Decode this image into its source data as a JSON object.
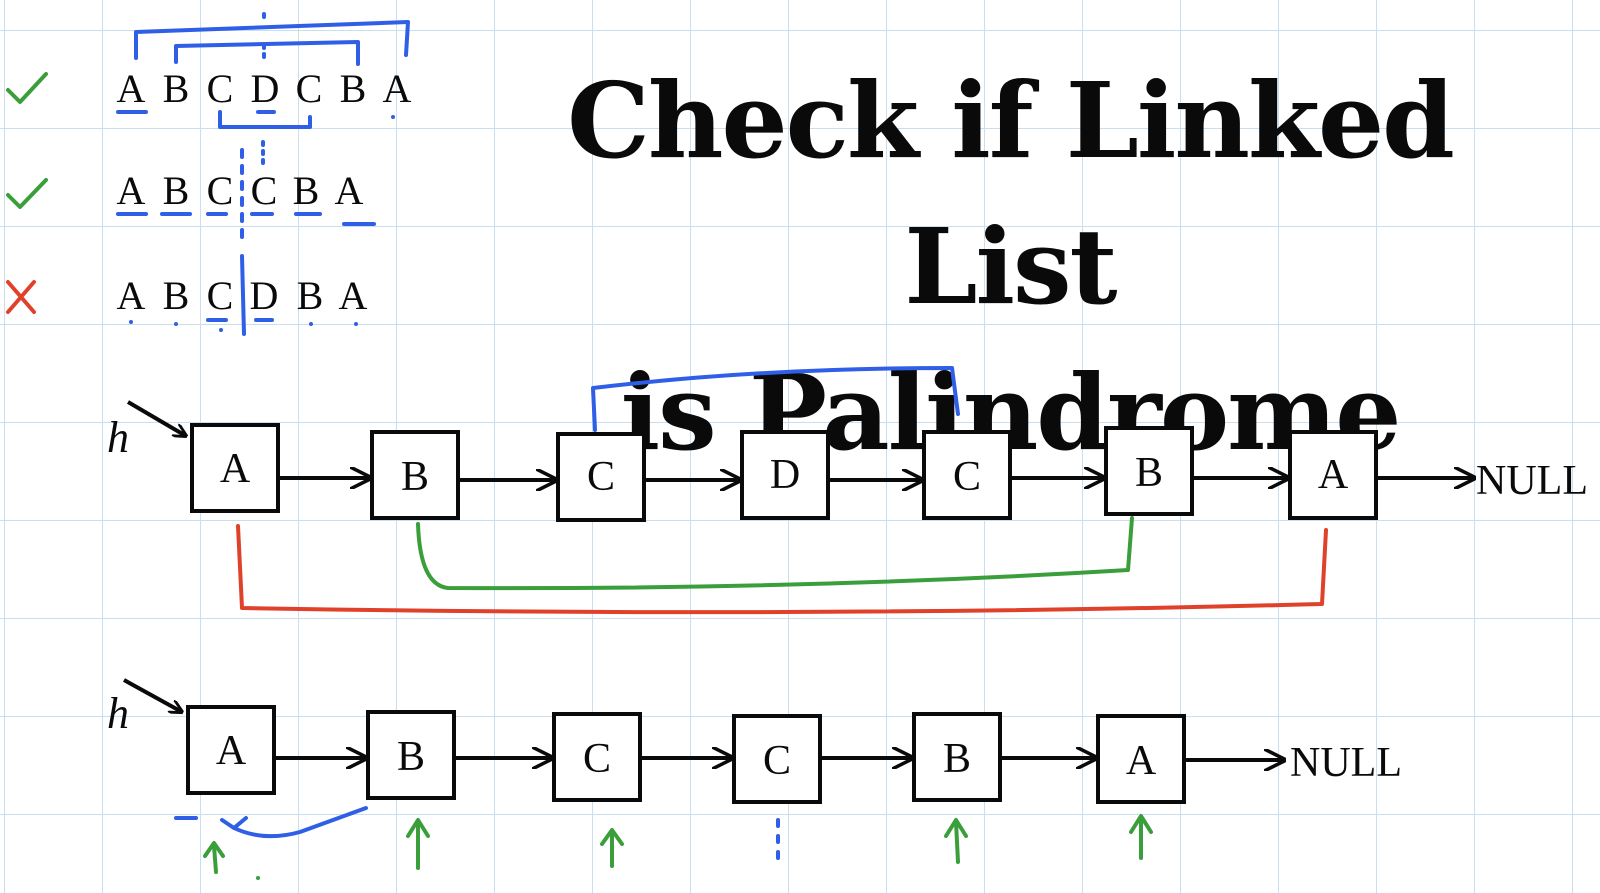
{
  "title": {
    "line1": "Check if Linked List",
    "line2": "is Palindrome"
  },
  "examples": [
    {
      "mark": "check",
      "letters": [
        "A",
        "B",
        "C",
        "D",
        "C",
        "B",
        "A"
      ]
    },
    {
      "mark": "check",
      "letters": [
        "A",
        "B",
        "C",
        "C",
        "B",
        "A"
      ]
    },
    {
      "mark": "cross",
      "letters": [
        "A",
        "B",
        "C",
        "D",
        "B",
        "A"
      ]
    }
  ],
  "list1": {
    "head_label": "h",
    "nodes": [
      "A",
      "B",
      "C",
      "D",
      "C",
      "B",
      "A"
    ],
    "terminator": "NULL"
  },
  "list2": {
    "head_label": "h",
    "nodes": [
      "A",
      "B",
      "C",
      "C",
      "B",
      "A"
    ],
    "terminator": "NULL"
  },
  "colors": {
    "ink": "#0a0a0a",
    "blue": "#2f5fe6",
    "green": "#3a9e3a",
    "red": "#e0412b",
    "grid": "#c9dff0"
  },
  "icons": [
    "check-icon",
    "cross-icon",
    "head-pointer-arrow",
    "next-arrow",
    "up-arrow-icon"
  ]
}
